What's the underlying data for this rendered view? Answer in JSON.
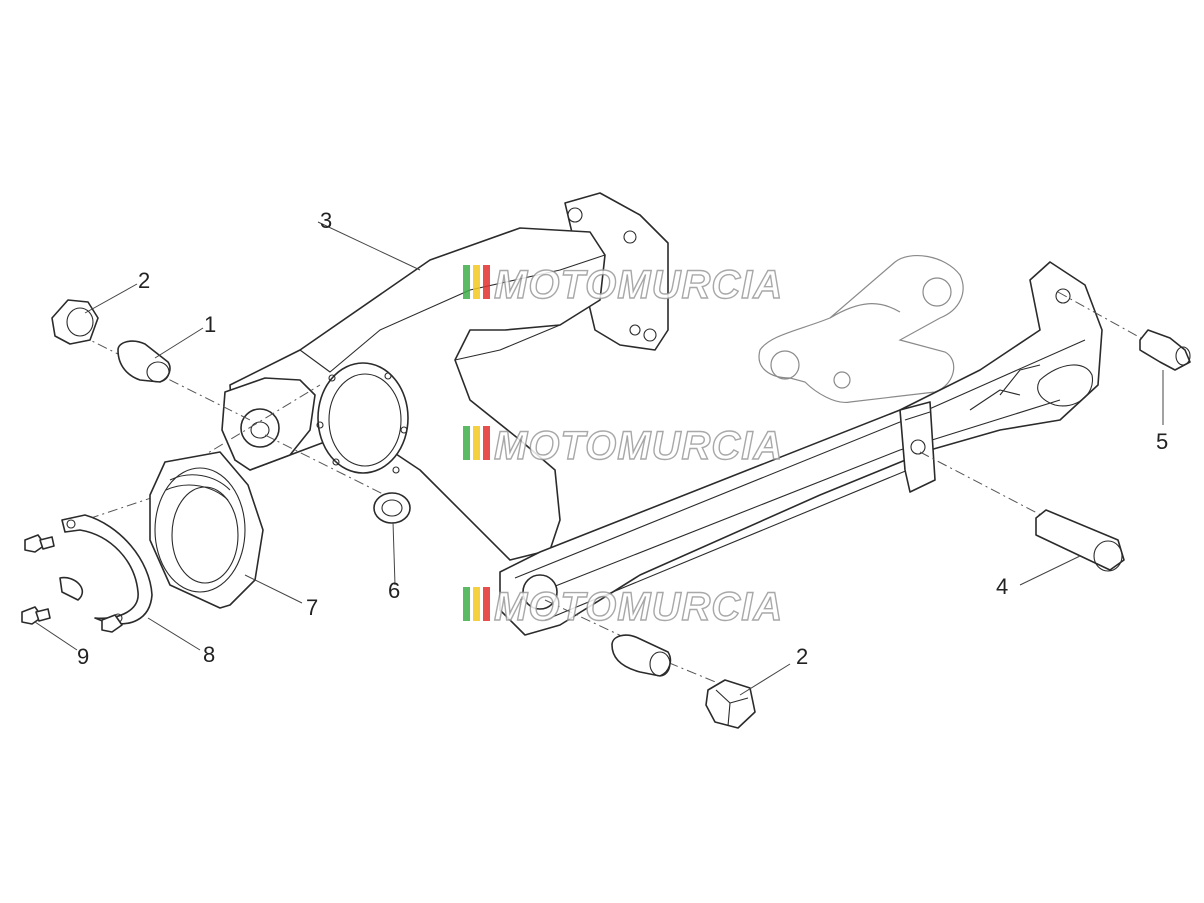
{
  "diagram": {
    "callouts": [
      {
        "id": "c1",
        "label": "1"
      },
      {
        "id": "c2a",
        "label": "2"
      },
      {
        "id": "c2b",
        "label": "2"
      },
      {
        "id": "c3",
        "label": "3"
      },
      {
        "id": "c4",
        "label": "4"
      },
      {
        "id": "c5",
        "label": "5"
      },
      {
        "id": "c6",
        "label": "6"
      },
      {
        "id": "c7",
        "label": "7"
      },
      {
        "id": "c8",
        "label": "8"
      },
      {
        "id": "c9",
        "label": "9"
      }
    ]
  },
  "watermark": {
    "text": "MOTOMURCIA",
    "colors": {
      "stripe_green": "#3fae49",
      "stripe_yellow": "#f4c81e",
      "stripe_red": "#e2312d"
    }
  }
}
